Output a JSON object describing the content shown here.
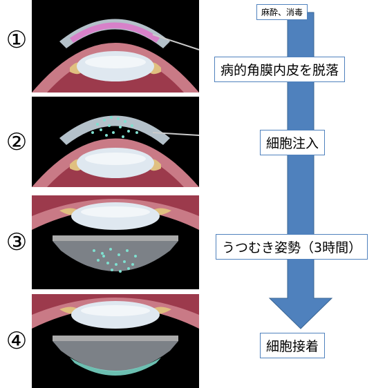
{
  "steps": [
    {
      "number": "①"
    },
    {
      "number": "②"
    },
    {
      "number": "③"
    },
    {
      "number": "④"
    }
  ],
  "labels": {
    "anesthesia": "麻酔、消毒",
    "strip": "病的角膜内皮を脱落",
    "inject": "細胞注入",
    "prone": "うつむき姿勢（3時間）",
    "adhere": "細胞接着"
  },
  "colors": {
    "arrow": "#4f81bd",
    "arrow_border": "#3a6592",
    "eye_wall": "#c97a86",
    "eye_inner": "#9c3a4c",
    "lens": "#dfe8f0",
    "cornea": "#c8d6e0",
    "cells": "#7fe0d0",
    "background": "#000000"
  }
}
